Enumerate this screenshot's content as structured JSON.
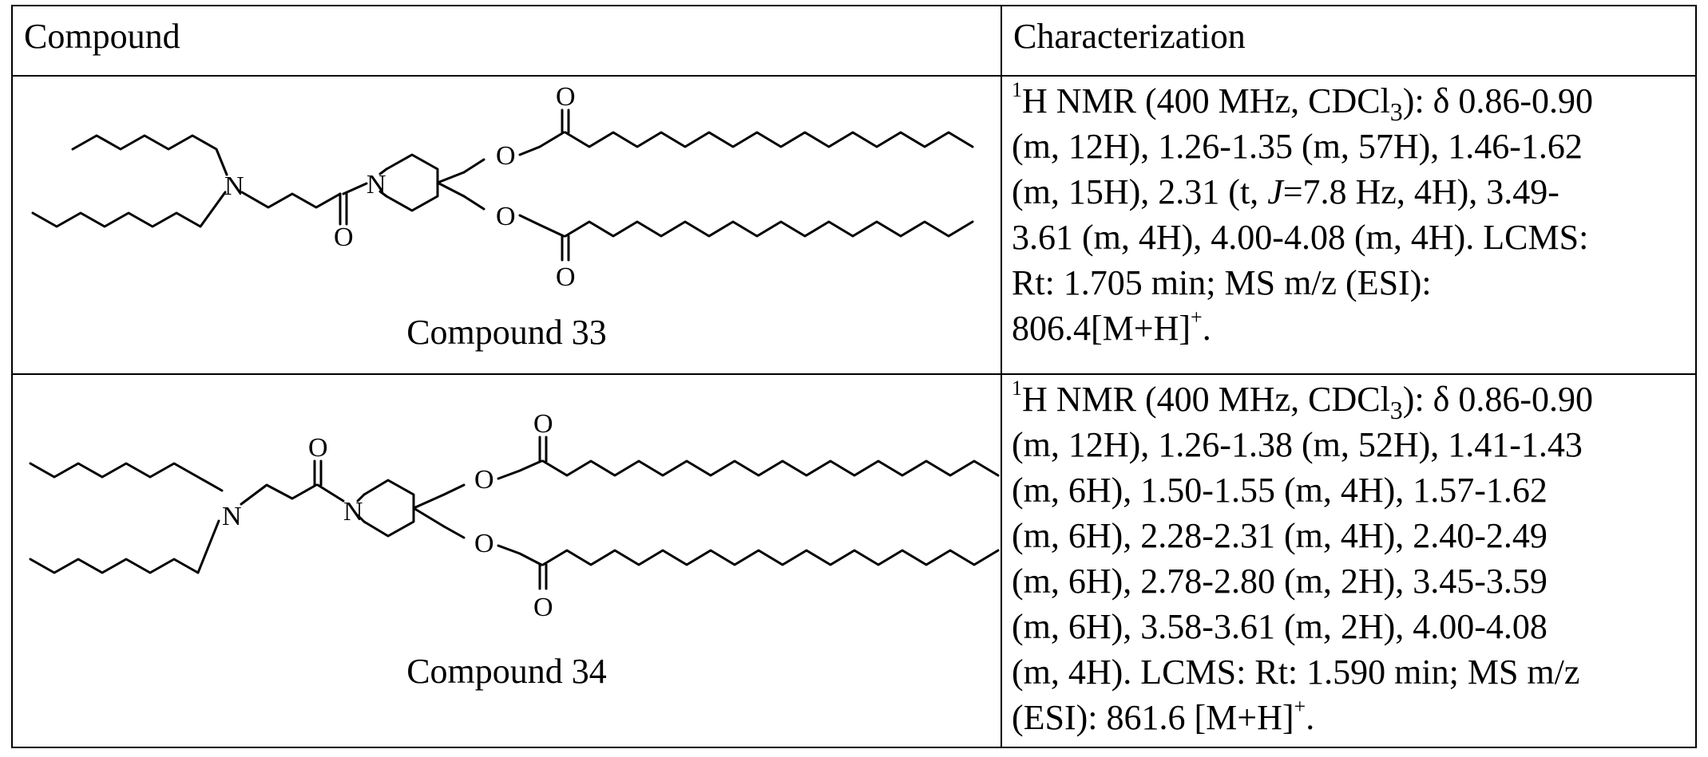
{
  "table": {
    "headers": {
      "compound": "Compound",
      "characterization": "Characterization"
    },
    "rows": [
      {
        "compound_label": "Compound 33",
        "atom_labels": {
          "N1": "N",
          "N2": "N",
          "O": "O"
        },
        "char_lines": [
          {
            "sup": "1",
            "text": "H NMR (400 MHz, CDCl",
            "sub": "3",
            "tail": "): δ 0.86-0.90"
          },
          {
            "text": "(m, 12H), 1.26-1.35 (m, 57H), 1.46-1.62"
          },
          {
            "text": "(m, 15H), 2.31 (t, ",
            "italic": "J",
            "tail": "=7.8 Hz, 4H), 3.49-"
          },
          {
            "text": "3.61 (m, 4H), 4.00-4.08 (m, 4H).  LCMS:"
          },
          {
            "text": "Rt: 1.705 min; MS m/z (ESI):"
          },
          {
            "text": "806.4[M+H]",
            "sup_tail": "+",
            "tail": "."
          }
        ]
      },
      {
        "compound_label": "Compound 34",
        "atom_labels": {
          "N1": "N",
          "N2": "N",
          "O": "O"
        },
        "char_lines": [
          {
            "sup": "1",
            "text": "H NMR (400 MHz, CDCl",
            "sub": "3",
            "tail": "): δ 0.86-0.90"
          },
          {
            "text": "(m, 12H), 1.26-1.38 (m, 52H), 1.41-1.43"
          },
          {
            "text": "(m, 6H), 1.50-1.55 (m, 4H), 1.57-1.62"
          },
          {
            "text": "(m, 6H), 2.28-2.31 (m, 4H), 2.40-2.49"
          },
          {
            "text": "(m, 6H), 2.78-2.80 (m, 2H), 3.45-3.59"
          },
          {
            "text": "(m, 6H), 3.58-3.61 (m, 2H), 4.00-4.08"
          },
          {
            "text": "(m, 4H).  LCMS: Rt: 1.590 min; MS m/z"
          },
          {
            "text": "(ESI): 861.6 [M+H]",
            "sup_tail": "+",
            "tail": "."
          }
        ]
      }
    ]
  }
}
